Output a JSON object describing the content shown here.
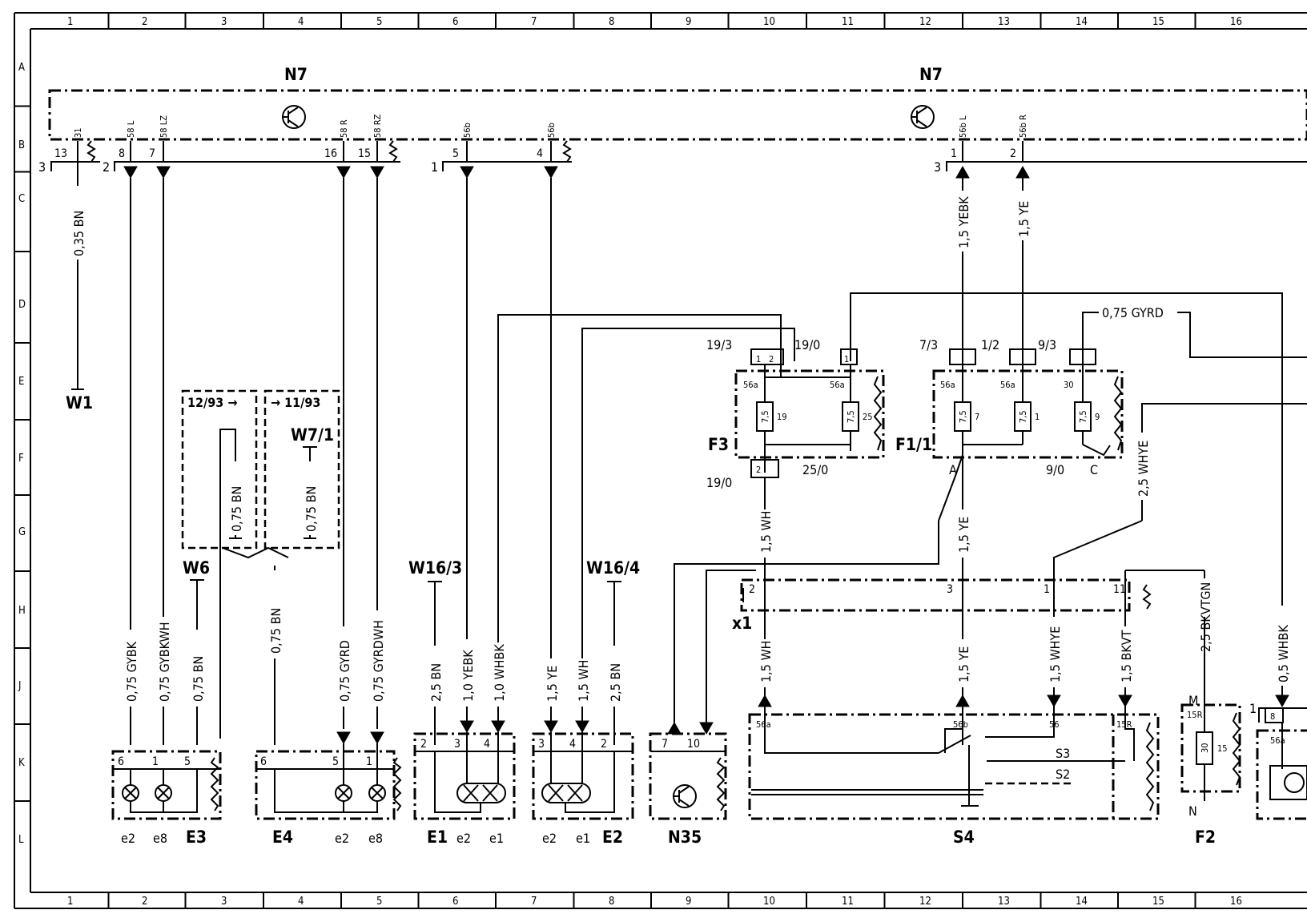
{
  "ruler": {
    "columns": [
      "1",
      "2",
      "3",
      "4",
      "5",
      "6",
      "7",
      "8",
      "9",
      "10",
      "11",
      "12",
      "13",
      "14",
      "15",
      "16"
    ],
    "rows": [
      "A",
      "B",
      "C",
      "D",
      "E",
      "F",
      "G",
      "H",
      "J",
      "K",
      "L"
    ]
  },
  "colors": {
    "line": "#000000",
    "background": "#ffffff"
  },
  "n7_left": {
    "name": "N7",
    "connectors": [
      "3",
      "2",
      "1"
    ],
    "pins": [
      {
        "num": "13",
        "term": "31"
      },
      {
        "num": "8",
        "term": "58 L"
      },
      {
        "num": "7",
        "term": "58 LZ"
      },
      {
        "num": "16",
        "term": "58 R"
      },
      {
        "num": "15",
        "term": "58 RZ"
      },
      {
        "num": "5",
        "term": "56b"
      },
      {
        "num": "4",
        "term": "56b"
      }
    ]
  },
  "n7_right": {
    "name": "N7",
    "connector": "3",
    "pins": [
      {
        "num": "1",
        "term": "56b L"
      },
      {
        "num": "2",
        "term": "56b R"
      }
    ]
  },
  "wires": {
    "w1_bn": "0,35 BN",
    "n7_yebk": "1,5 YEBK",
    "n7_ye": "1,5 YE",
    "gyrd_top": "0,75 GYRD",
    "e3_gybk": "0,75 GYBK",
    "e3_gybkwh": "0,75 GYBKWH",
    "e3_bn": "0,75 BN",
    "e4_bn": "0,75 BN",
    "e4_gyrd": "0,75 GYRD",
    "e4_gyrdwh": "0,75 GYRDWH",
    "var1_bn": "0,75 BN",
    "var2_bn": "0,75 BN",
    "w163_bn": "2,5 BN",
    "e1_yebk": "1,0 YEBK",
    "e1_whbk": "1,0 WHBK",
    "e2_ye": "1,5 YE",
    "e2_wh": "1,5 WH",
    "w164_bn": "2,5 BN",
    "f3_wh": "1,5 WH",
    "f11_ye": "1,5 YE",
    "whye_mid": "2,5 WHYE",
    "x1_wh": "1,5 WH",
    "x1_ye": "1,5 YE",
    "x1_whye": "1,5 WHYE",
    "x1_bkvt": "1,5 BKVT",
    "f2_bkvtgn": "2,5 BKVTGN",
    "right_whbk": "0,5 WHBK"
  },
  "grounds": {
    "w1": "W1",
    "w6": "W6",
    "w7_1": "W7/1",
    "w16_3": "W16/3",
    "w16_4": "W16/4"
  },
  "variants": {
    "a": "12/93",
    "b": "11/93"
  },
  "f3": {
    "name": "F3",
    "in1": "19/3",
    "in2": "19/0",
    "out": "19/0",
    "out2": "25/0",
    "pins_top": [
      "1",
      "2",
      "1"
    ],
    "pin_bot": "2",
    "terms": [
      "56a",
      "56a"
    ],
    "fuses": [
      {
        "rating": "7,5",
        "num": "19"
      },
      {
        "rating": "7,5",
        "num": "25"
      }
    ]
  },
  "f1_1": {
    "name": "F1/1",
    "ins": [
      "7/3",
      "1/2",
      "9/3"
    ],
    "terms": [
      "56a",
      "56a",
      "30"
    ],
    "fuses": [
      {
        "rating": "7,5",
        "num": "7"
      },
      {
        "rating": "7,5",
        "num": "1"
      },
      {
        "rating": "7,5",
        "num": "9"
      }
    ],
    "out_a": "A",
    "out_c": "C",
    "out_9_0": "9/0"
  },
  "x1": {
    "name": "x1",
    "pins": [
      "2",
      "3",
      "1",
      "11"
    ]
  },
  "e3": {
    "name": "E3",
    "pins": [
      "6",
      "1",
      "5"
    ],
    "bulbs": [
      "e2",
      "e8"
    ]
  },
  "e4": {
    "name": "E4",
    "pins": [
      "6",
      "5",
      "1"
    ],
    "bulbs": [
      "e2",
      "e8"
    ]
  },
  "e1": {
    "name": "E1",
    "pins": [
      "2",
      "3",
      "4"
    ],
    "bulbs": [
      "e2",
      "e1"
    ]
  },
  "e2": {
    "name": "E2",
    "pins": [
      "3",
      "4",
      "2"
    ],
    "bulbs": [
      "e2",
      "e1"
    ]
  },
  "n35": {
    "name": "N35",
    "pins": [
      "7",
      "10"
    ]
  },
  "s4": {
    "name": "S4",
    "terms": [
      "56a",
      "56b",
      "56",
      "15R"
    ],
    "contacts": [
      "S3",
      "S2"
    ]
  },
  "f2": {
    "name": "F2",
    "top": "M",
    "term": "15R",
    "rating": "30",
    "num": "15",
    "bottom": "N"
  },
  "right_unit": {
    "pin": "8",
    "term": "56a",
    "connector": "1"
  }
}
